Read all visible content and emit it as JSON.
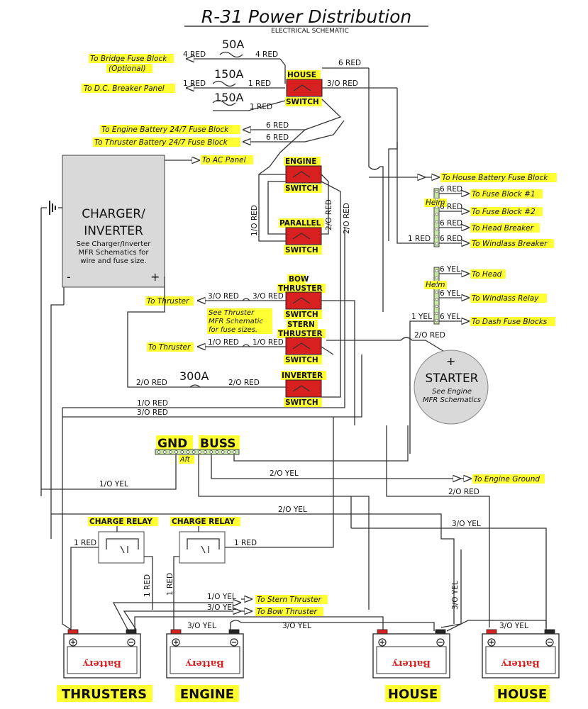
{
  "title": "R-31 Power Distribution",
  "subtitle": "ELECTRICAL SCHEMATIC",
  "fuses": {
    "f50": "50A",
    "f150a": "150A",
    "f150b": "150A",
    "f300": "300A"
  },
  "destinations": {
    "bridge": "To Bridge Fuse Block",
    "optional": "(Optional)",
    "dc_panel": "To D.C. Breaker Panel",
    "engine_247": "To Engine Battery 24/7 Fuse Block",
    "thruster_247": "To Thruster Battery 24/7 Fuse Block",
    "ac_panel": "To AC Panel",
    "house_fuse": "To House Battery Fuse Block",
    "fb1": "To Fuse Block #1",
    "fb2": "To Fuse Block #2",
    "head_breaker": "To Head Breaker",
    "windlass_breaker": "To Windlass Breaker",
    "head": "To Head",
    "windlass_relay": "To Windlass Relay",
    "dash": "To Dash Fuse Blocks",
    "thruster1": "To Thruster",
    "thruster2": "To Thruster",
    "engine_ground": "To Engine Ground",
    "stern_thruster": "To Stern Thruster",
    "bow_thruster": "To Bow Thruster"
  },
  "wires": {
    "red4": "4 RED",
    "red6": "6 RED",
    "red1": "1 RED",
    "red30": "3/O RED",
    "red10": "1/O RED",
    "red20": "2/O RED",
    "yel6": "6 YEL",
    "yel1": "1 YEL",
    "yel10": "1/O YEL",
    "yel20": "2/O YEL",
    "yel30": "3/O YEL"
  },
  "switches": {
    "house": [
      "HOUSE",
      "SWITCH"
    ],
    "engine": [
      "ENGINE",
      "SWITCH"
    ],
    "parallel": [
      "PARALLEL",
      "SWITCH"
    ],
    "bow": [
      "BOW",
      "THRUSTER",
      "SWITCH"
    ],
    "stern": [
      "STERN",
      "THRUSTER",
      "SWITCH"
    ],
    "inverter": [
      "INVERTER",
      "SWITCH"
    ]
  },
  "charger": {
    "title1": "CHARGER/",
    "title2": "INVERTER",
    "note": [
      "See Charger/Inverter",
      "MFR Schematics for",
      "wire and fuse size."
    ],
    "minus": "-",
    "plus": "+"
  },
  "thruster_note": [
    "See Thruster",
    "MFR Schematic",
    "for fuse sizes."
  ],
  "starter": {
    "label": "STARTER",
    "note1": "See Engine",
    "note2": "MFR Schematics",
    "plus": "+"
  },
  "helm": "Helm",
  "gnd": {
    "gnd": "GND",
    "buss": "BUSS",
    "aft": "Aft"
  },
  "charge_relay": "CHARGE RELAY",
  "battery_text": "Battery",
  "battery_names": [
    "THRUSTERS",
    "ENGINE",
    "HOUSE",
    "HOUSE"
  ]
}
